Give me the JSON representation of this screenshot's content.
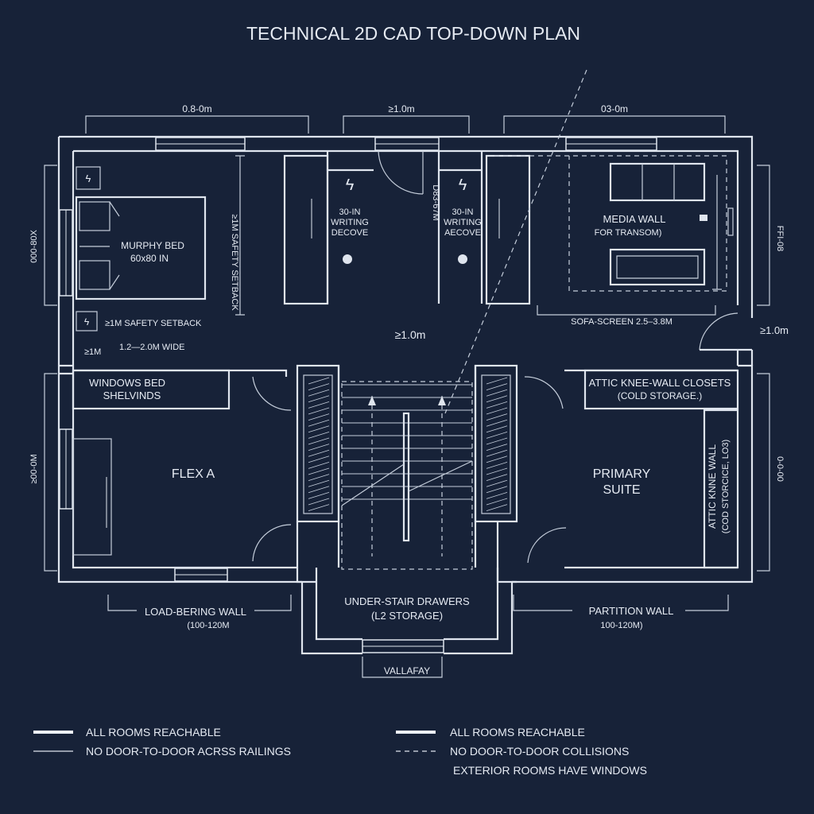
{
  "title": "TECHNICAL 2D CAD TOP-DOWN PLAN",
  "dims": {
    "top_left": "0.8-0m",
    "top_mid": "≥1.0m",
    "top_right": "03-0m",
    "left_upper": "000-80X",
    "left_lower": "≥00-0M",
    "right_upper": "FFI-08",
    "right_lower": "0-0-00",
    "right_door": "≥1.0m",
    "center": "≥1.0m",
    "mid_vertical": "D83-67M",
    "setback_vertical": "≥1M SAFETY SETBACK"
  },
  "rooms": {
    "murphy_bed": "MURPHY BED",
    "murphy_size": "60x80 IN",
    "setback_note": "≥1M SAFETY SETBACK",
    "min_note": "≥1M",
    "wide_note": "1.2—2.0M WIDE",
    "writing_left": [
      "30-IN",
      "WRITING",
      "DECOVE"
    ],
    "writing_right": [
      "30-IN",
      "WRITING",
      "AECOVE"
    ],
    "media_wall": "MEDIA WALL",
    "media_sub": "FOR TRANSOM)",
    "sofa_screen": "SOFA-SCREEN 2.5–3.8M",
    "windows_bed": "WINDOWS BED",
    "shelvinds": "SHELVINDS",
    "flex_a": "FLEX A",
    "attic_closets": "ATTIC KNEE-WALL CLOSETS",
    "cold_storage": "(COLD STORAGE.)",
    "primary": "PRIMARY",
    "suite": "SUITE",
    "attic_wall": "ATTIC KNNE WALL",
    "attic_wall_sub": "(COD STORCICE, LO3)",
    "under_stair": "UNDER-STAIR DRAWERS",
    "l2_storage": "(L2 STORAGE)",
    "load_wall": "LOAD-BERING WALL",
    "load_wall_dim": "(100-120M",
    "partition_wall": "PARTITION WALL",
    "partition_dim": "100-120M)",
    "vallaway": "VALLAFAY"
  },
  "legend": {
    "left": [
      "ALL ROOMS REACHABLE",
      "NO DOOR-TO-DOOR ACRSS RAILINGS"
    ],
    "right": [
      "ALL ROOMS REACHABLE",
      "NO DOOR-TO-DOOR COLLISIONS",
      "EXTERIOR ROOMS HAVE WINDOWS"
    ]
  },
  "colors": {
    "background": "#172238",
    "line": "#dfe5ee"
  }
}
